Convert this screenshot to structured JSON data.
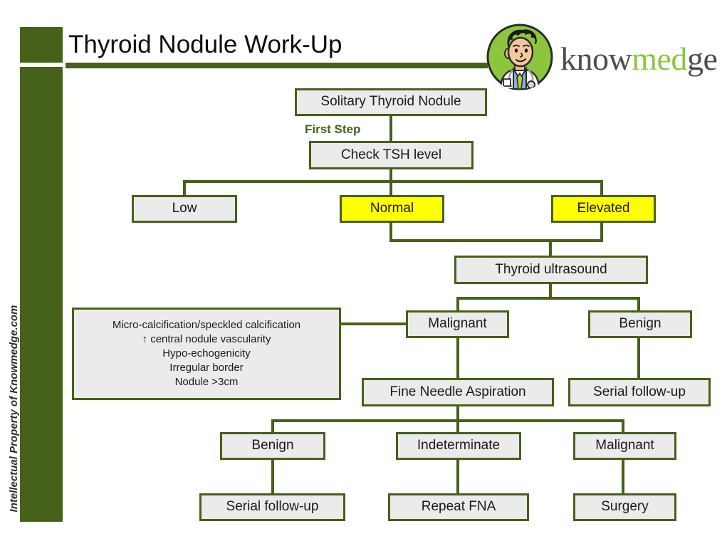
{
  "header": {
    "title": "Thyroid Nodule Work-Up",
    "accent_green": "#45611a",
    "logo": {
      "avatar_name": "doctor-cartoon-avatar",
      "word_part1": "know",
      "word_part2": "med",
      "word_part3": "ge",
      "word_part2_color": "#8cc63e"
    }
  },
  "watermark": {
    "text": "Intellectual Property of Knowmedge.com"
  },
  "flowchart": {
    "first_step_label": "First Step",
    "nodes": {
      "solitary_thyroid_nodule": "Solitary Thyroid Nodule",
      "check_tsh": "Check TSH level",
      "low": "Low",
      "normal": "Normal",
      "elevated": "Elevated",
      "thyroid_ultrasound": "Thyroid ultrasound",
      "us_malignant": "Malignant",
      "us_benign": "Benign",
      "fna": "Fine Needle Aspiration",
      "benign_serial_follow_up": "Serial follow-up",
      "fna_benign": "Benign",
      "fna_indeterminate": "Indeterminate",
      "fna_malignant": "Malignant",
      "fna_benign_action": "Serial follow-up",
      "fna_indeterminate_action": "Repeat FNA",
      "fna_malignant_action": "Surgery"
    },
    "criteria": {
      "line1": "Micro-calcification/speckled calcification",
      "line2": "↑ central nodule vascularity",
      "line3": "Hypo-echogenicity",
      "line4": "Irregular border",
      "line5": "Nodule >3cm"
    }
  }
}
